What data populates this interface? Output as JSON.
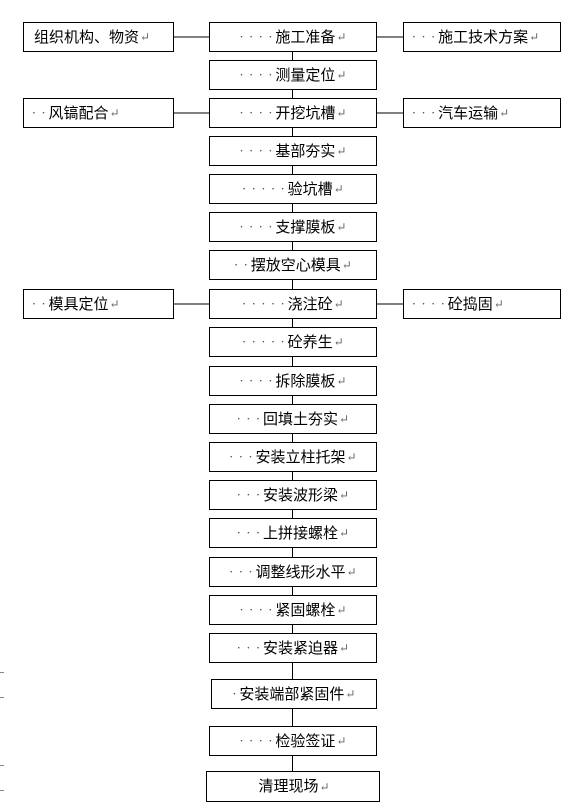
{
  "flow": {
    "main": [
      {
        "dots": "· · · ·",
        "text": "施工准备",
        "mark": "↵"
      },
      {
        "dots": "· · · ·",
        "text": "测量定位",
        "mark": "↵"
      },
      {
        "dots": "· · · ·",
        "text": "开挖坑槽",
        "mark": "↵"
      },
      {
        "dots": "· · · ·",
        "text": "基部夯实",
        "mark": "↵"
      },
      {
        "dots": "· · · · ·",
        "text": "验坑槽",
        "mark": "↵"
      },
      {
        "dots": "· · · ·",
        "text": "支撑膜板",
        "mark": "↵"
      },
      {
        "dots": "· ·",
        "text": "摆放空心模具",
        "mark": "↵"
      },
      {
        "dots": "· · · · ·",
        "text": "浇注砼",
        "mark": "↵"
      },
      {
        "dots": "· · · · ·",
        "text": "砼养生",
        "mark": "↵"
      },
      {
        "dots": "· · · ·",
        "text": "拆除膜板",
        "mark": "↵"
      },
      {
        "dots": "· · ·",
        "text": "回填土夯实",
        "mark": "↵"
      },
      {
        "dots": "· · ·",
        "text": "安装立柱托架",
        "mark": "↵"
      },
      {
        "dots": "· · ·",
        "text": "安装波形梁",
        "mark": "↵"
      },
      {
        "dots": "· · ·",
        "text": "上拼接螺栓",
        "mark": "↵"
      },
      {
        "dots": "· · ·",
        "text": "调整线形水平",
        "mark": "↵"
      },
      {
        "dots": "· · · ·",
        "text": "紧固螺栓",
        "mark": "↵"
      },
      {
        "dots": "· · ·",
        "text": "安装紧迫器",
        "mark": "↵"
      },
      {
        "dots": "·",
        "text": "安装端部紧固件",
        "mark": "↵"
      },
      {
        "dots": "· · · ·",
        "text": "检验签证",
        "mark": "↵"
      },
      {
        "dots": "",
        "text": "清理现场",
        "mark": "↵"
      }
    ],
    "left": [
      {
        "dots": "",
        "text": "组织机构、物资",
        "mark": "↵"
      },
      {
        "dots": "· ·",
        "text": "风镐配合",
        "mark": "↵"
      },
      {
        "dots": "· ·",
        "text": "模具定位",
        "mark": "↵"
      }
    ],
    "right": [
      {
        "dots": "· · ·",
        "text": "施工技术方案",
        "mark": "↵"
      },
      {
        "dots": "· · ·",
        "text": "汽车运输",
        "mark": "↵"
      },
      {
        "dots": "· · · ·",
        "text": "砼捣固",
        "mark": "↵"
      }
    ]
  }
}
